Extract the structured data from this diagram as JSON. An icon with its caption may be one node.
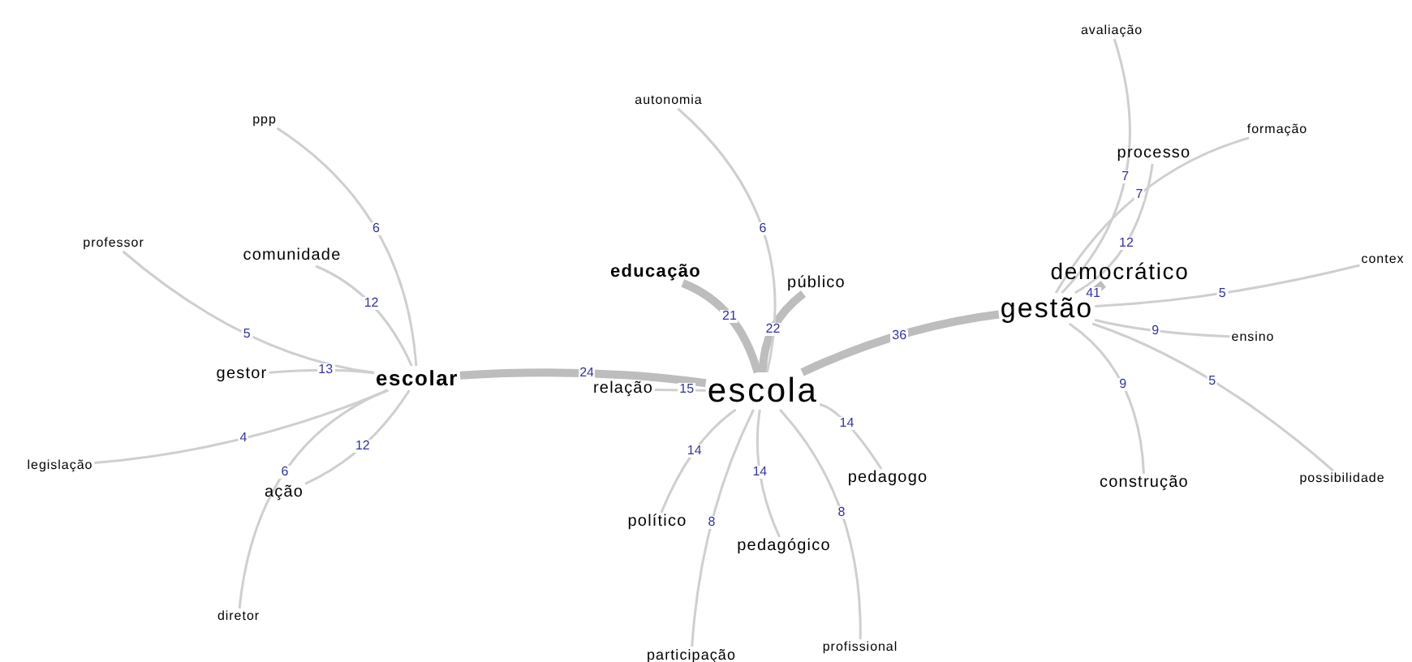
{
  "diagram": {
    "nodes": [
      {
        "text": [
          "escola"
        ]
      },
      {
        "text": [
          "escolar"
        ]
      },
      {
        "text": [
          "gestão"
        ]
      },
      {
        "text": [
          "democrático"
        ]
      },
      {
        "text": [
          "educação"
        ]
      },
      {
        "text": [
          "público"
        ]
      },
      {
        "text": [
          "relação"
        ]
      },
      {
        "text": [
          "autonomia"
        ]
      },
      {
        "text": [
          "pedagogo"
        ]
      },
      {
        "text": [
          "político"
        ]
      },
      {
        "text": [
          "pedagógico"
        ]
      },
      {
        "text": [
          "participação"
        ]
      },
      {
        "text": [
          "profissional"
        ]
      },
      {
        "text": [
          "ppp"
        ]
      },
      {
        "text": [
          "professor"
        ]
      },
      {
        "text": [
          "comunidade"
        ]
      },
      {
        "text": [
          "gestor"
        ]
      },
      {
        "text": [
          "legislação"
        ]
      },
      {
        "text": [
          "ação"
        ]
      },
      {
        "text": [
          "diretor"
        ]
      },
      {
        "text": [
          "avaliação"
        ]
      },
      {
        "text": [
          "processo"
        ]
      },
      {
        "text": [
          "formação"
        ]
      },
      {
        "text": [
          "contex"
        ]
      },
      {
        "text": [
          "ensino"
        ]
      },
      {
        "text": [
          "construção"
        ]
      },
      {
        "text": [
          "possibilidade"
        ]
      }
    ],
    "edges": [
      {
        "from": 0,
        "to": 1,
        "arrow": "none",
        "label": "24",
        "style": "thick"
      },
      {
        "from": 0,
        "to": 6,
        "arrow": "none",
        "label": "15"
      },
      {
        "from": 0,
        "to": 4,
        "arrow": "none",
        "label": "21",
        "style": "thick"
      },
      {
        "from": 0,
        "to": 5,
        "arrow": "none",
        "label": "22",
        "style": "thick"
      },
      {
        "from": 0,
        "to": 2,
        "arrow": "none",
        "label": "36",
        "style": "thick"
      },
      {
        "from": 0,
        "to": 8,
        "arrow": "none",
        "label": "14"
      },
      {
        "from": 0,
        "to": 9,
        "arrow": "none",
        "label": "14"
      },
      {
        "from": 0,
        "to": 10,
        "arrow": "none",
        "label": "14"
      },
      {
        "from": 0,
        "to": 7,
        "arrow": "none",
        "label": "6"
      },
      {
        "from": 0,
        "to": 11,
        "arrow": "none",
        "label": "8"
      },
      {
        "from": 0,
        "to": 12,
        "arrow": "none",
        "label": "8"
      },
      {
        "from": 1,
        "to": 13,
        "arrow": "none",
        "label": "6"
      },
      {
        "from": 1,
        "to": 14,
        "arrow": "none",
        "label": "5"
      },
      {
        "from": 1,
        "to": 15,
        "arrow": "none",
        "label": "12"
      },
      {
        "from": 1,
        "to": 16,
        "arrow": "none",
        "label": "13"
      },
      {
        "from": 1,
        "to": 17,
        "arrow": "none",
        "label": "4"
      },
      {
        "from": 1,
        "to": 18,
        "arrow": "none",
        "label": "12"
      },
      {
        "from": 1,
        "to": 19,
        "arrow": "none",
        "label": "6"
      },
      {
        "from": 2,
        "to": 3,
        "arrow": "none",
        "label": "41",
        "style": "thick"
      },
      {
        "from": 2,
        "to": 21,
        "arrow": "none",
        "label": "12"
      },
      {
        "from": 2,
        "to": 20,
        "arrow": "none",
        "label": "7"
      },
      {
        "from": 2,
        "to": 22,
        "arrow": "none",
        "label": "7"
      },
      {
        "from": 2,
        "to": 23,
        "arrow": "none",
        "label": "5"
      },
      {
        "from": 2,
        "to": 24,
        "arrow": "none",
        "label": "9"
      },
      {
        "from": 2,
        "to": 25,
        "arrow": "none",
        "label": "9"
      },
      {
        "from": 2,
        "to": 26,
        "arrow": "none",
        "label": "5"
      }
    ]
  }
}
